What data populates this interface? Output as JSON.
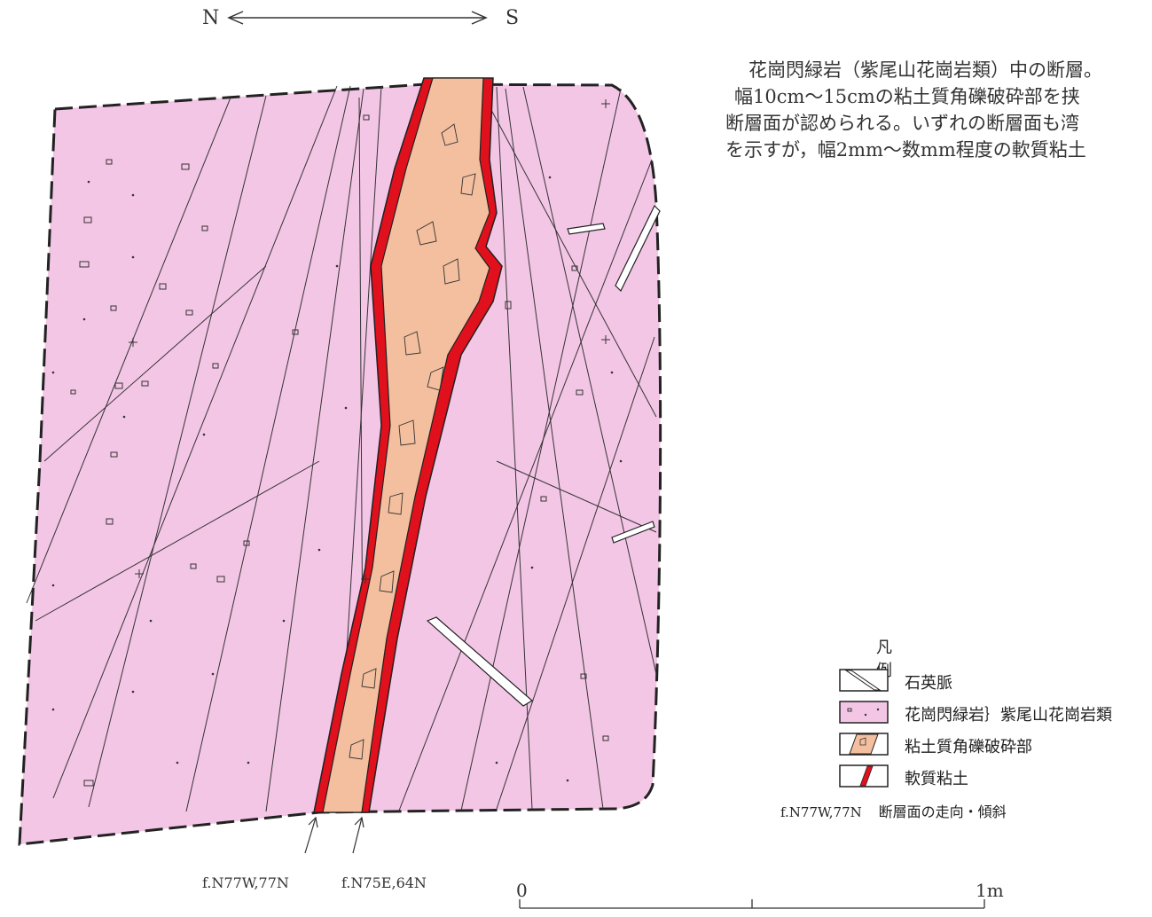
{
  "orientation": {
    "left": "N",
    "right": "S"
  },
  "description": [
    "花崗閃緑岩（紫尾山花崗岩類）中の断層。",
    "幅10cm〜15cmの粘土質角礫破砕部を挟",
    "断層面が認められる。いずれの断層面も湾",
    "を示すが，幅2mm〜数mm程度の軟質粘土"
  ],
  "fault_labels": [
    "f.N77W,77N",
    "f.N75E,64N"
  ],
  "legend": {
    "title": "凡 例",
    "items": [
      {
        "label": "石英脈",
        "swatch": "quartz-vein"
      },
      {
        "label": "花崗閃緑岩｝紫尾山花崗岩類",
        "swatch": "granodiorite"
      },
      {
        "label": "粘土質角礫破砕部",
        "swatch": "clay-breccia"
      },
      {
        "label": "軟質粘土",
        "swatch": "soft-clay"
      }
    ],
    "note_symbol": "f.N77W,77N",
    "note_text": "断層面の走向・傾斜"
  },
  "scale": {
    "start": "0",
    "end": "1m"
  },
  "colors": {
    "granodiorite": "#f4c6e6",
    "clay_breccia": "#f3bf9e",
    "soft_clay": "#e0101c",
    "outline": "#222222"
  }
}
